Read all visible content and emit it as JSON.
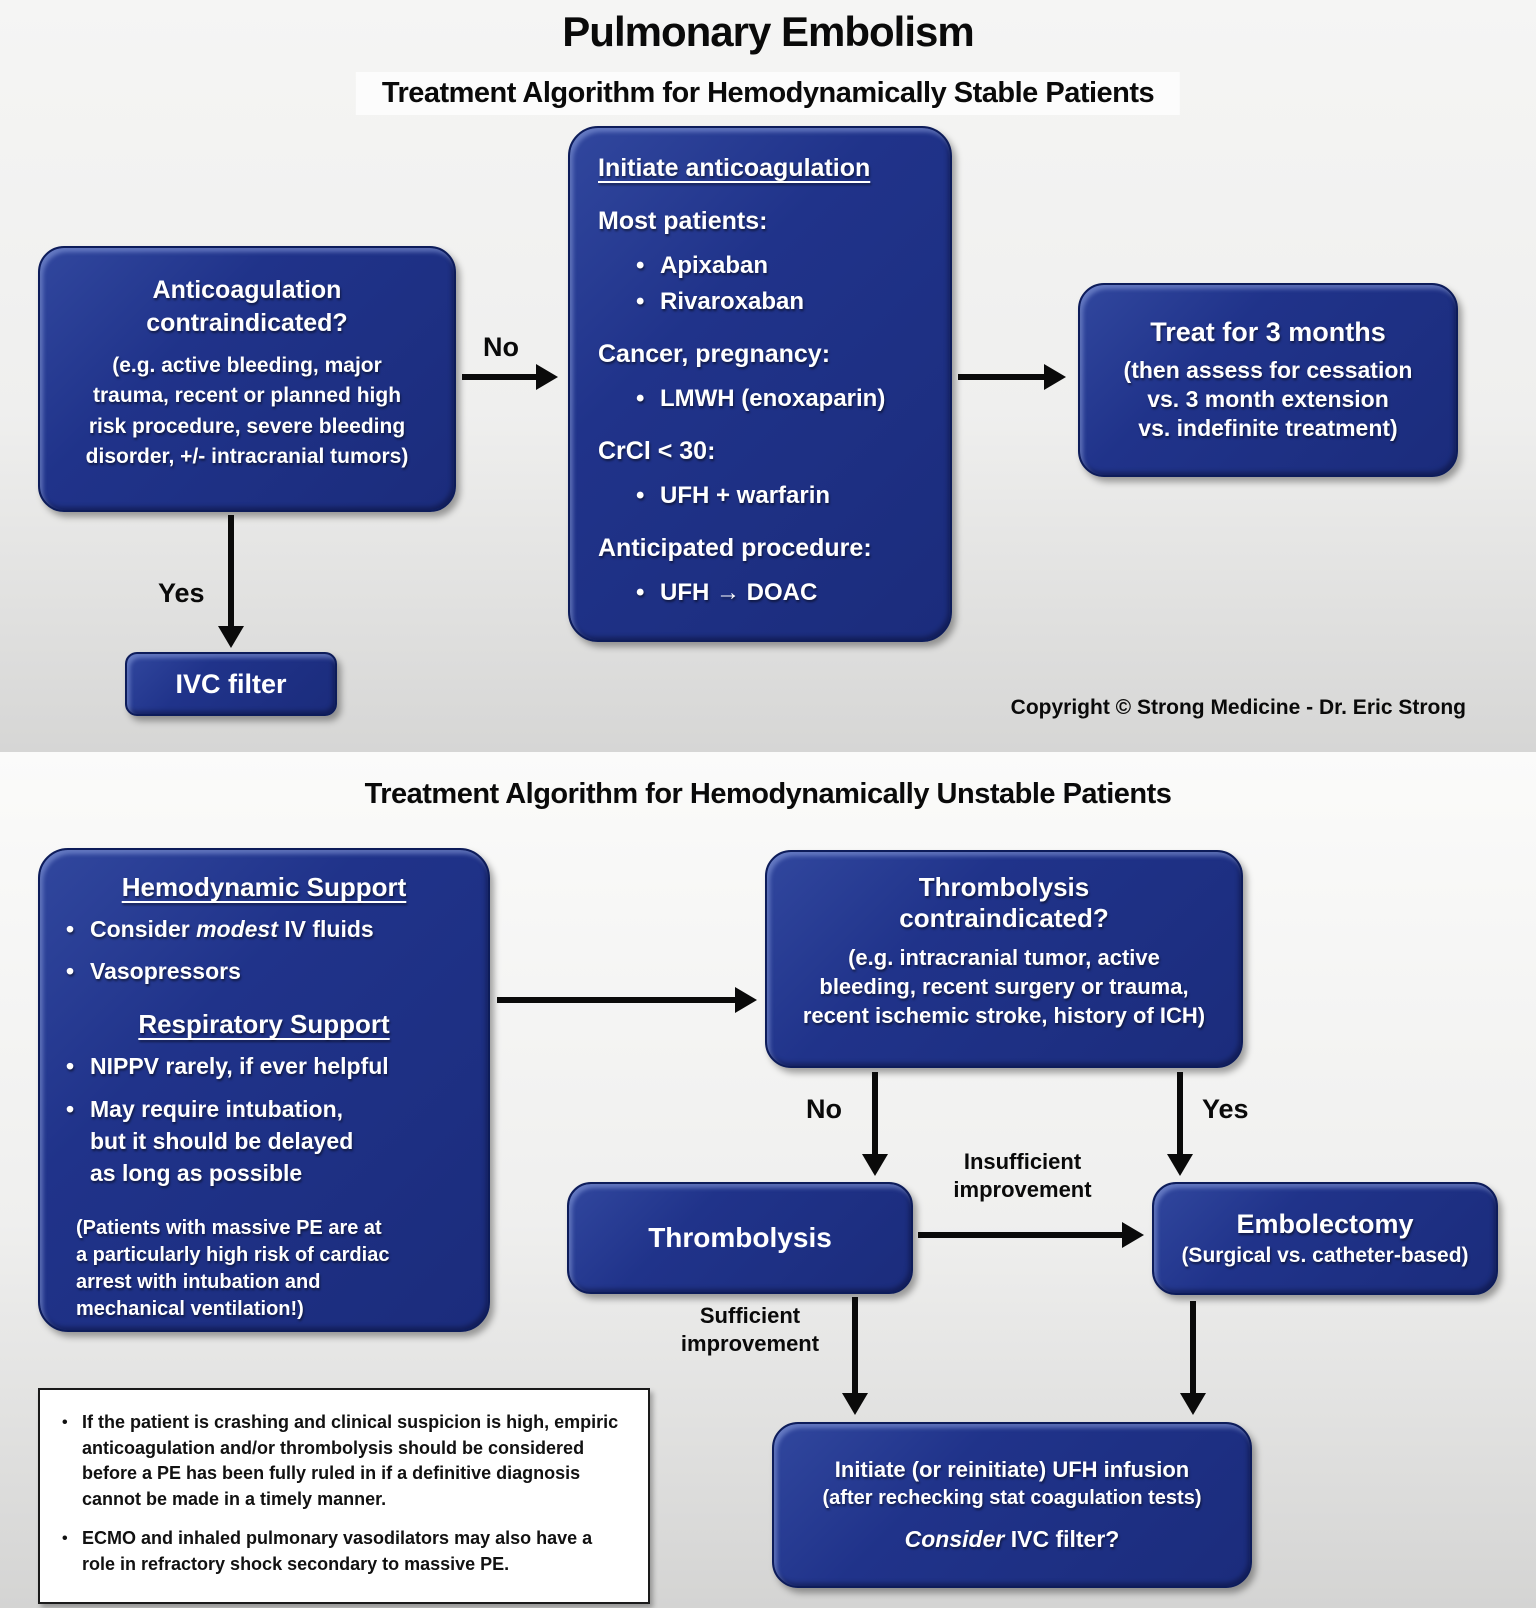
{
  "colors": {
    "box_fill": "#20338a",
    "box_border": "#0d1c5a",
    "arrow": "#0a0a0a",
    "text_on_box": "#ffffff",
    "slide_bg_light": "#f5f5f4",
    "slide_bg_dark": "#d4d4d3"
  },
  "header": {
    "title": "Pulmonary Embolism",
    "copyright": "Copyright © Strong Medicine - Dr. Eric Strong"
  },
  "stable": {
    "subtitle": "Treatment Algorithm for Hemodynamically Stable Patients",
    "contraindicated_box": {
      "heading": "Anticoagulation\ncontraindicated?",
      "body": "(e.g. active bleeding, major\ntrauma, recent or planned high\nrisk procedure, severe bleeding\ndisorder, +/- intracranial tumors)"
    },
    "no_label": "No",
    "yes_label": "Yes",
    "initiate_box": {
      "heading": "Initiate anticoagulation",
      "groups": [
        {
          "label": "Most patients:",
          "items": [
            "Apixaban",
            "Rivaroxaban"
          ]
        },
        {
          "label": "Cancer, pregnancy:",
          "items": [
            "LMWH (enoxaparin)"
          ]
        },
        {
          "label": "CrCl < 30:",
          "items": [
            "UFH + warfarin"
          ]
        },
        {
          "label": "Anticipated procedure:",
          "items": [
            "UFH → DOAC"
          ]
        }
      ]
    },
    "treat_box": {
      "heading": "Treat for 3 months",
      "body": "(then assess for cessation\nvs. 3 month extension\nvs. indefinite treatment)"
    },
    "ivc_filter_label": "IVC filter"
  },
  "unstable": {
    "subtitle": "Treatment Algorithm for Hemodynamically Unstable Patients",
    "support_box": {
      "hemodynamic_heading": "Hemodynamic Support",
      "hemo_bullet1_pre": "Consider ",
      "hemo_bullet1_italic": "modest",
      "hemo_bullet1_post": " IV fluids",
      "hemo_bullet2": "Vasopressors",
      "respiratory_heading": "Respiratory Support",
      "resp_bullet1": "NIPPV rarely, if ever helpful",
      "resp_bullet2": "May require intubation,\nbut it should be delayed\nas long as possible",
      "note": "(Patients with massive PE are at\na particularly high risk of cardiac\narrest with intubation and\nmechanical ventilation!)"
    },
    "thrombolysis_ci_box": {
      "heading": "Thrombolysis\ncontraindicated?",
      "body": "(e.g. intracranial tumor, active\nbleeding, recent surgery or trauma,\nrecent ischemic stroke, history of ICH)"
    },
    "no_label": "No",
    "yes_label": "Yes",
    "thrombolysis_label": "Thrombolysis",
    "embolectomy_box": {
      "heading": "Embolectomy",
      "body": "(Surgical vs. catheter-based)"
    },
    "insufficient_label": "Insufficient\nimprovement",
    "sufficient_label": "Sufficient\nimprovement",
    "ufh_box": {
      "line1": "Initiate (or reinitiate) UFH infusion",
      "line2": "(after rechecking stat coagulation tests)",
      "line3_italic": "Consider",
      "line3_rest": " IVC filter?"
    },
    "footnote_box": {
      "bullet1": "If the patient is crashing and clinical suspicion is high, empiric anticoagulation and/or thrombolysis should be considered before a PE has been fully ruled in if a definitive diagnosis cannot be made in a timely manner.",
      "bullet2": "ECMO and inhaled pulmonary vasodilators may also have a role in refractory shock secondary to massive PE."
    }
  }
}
